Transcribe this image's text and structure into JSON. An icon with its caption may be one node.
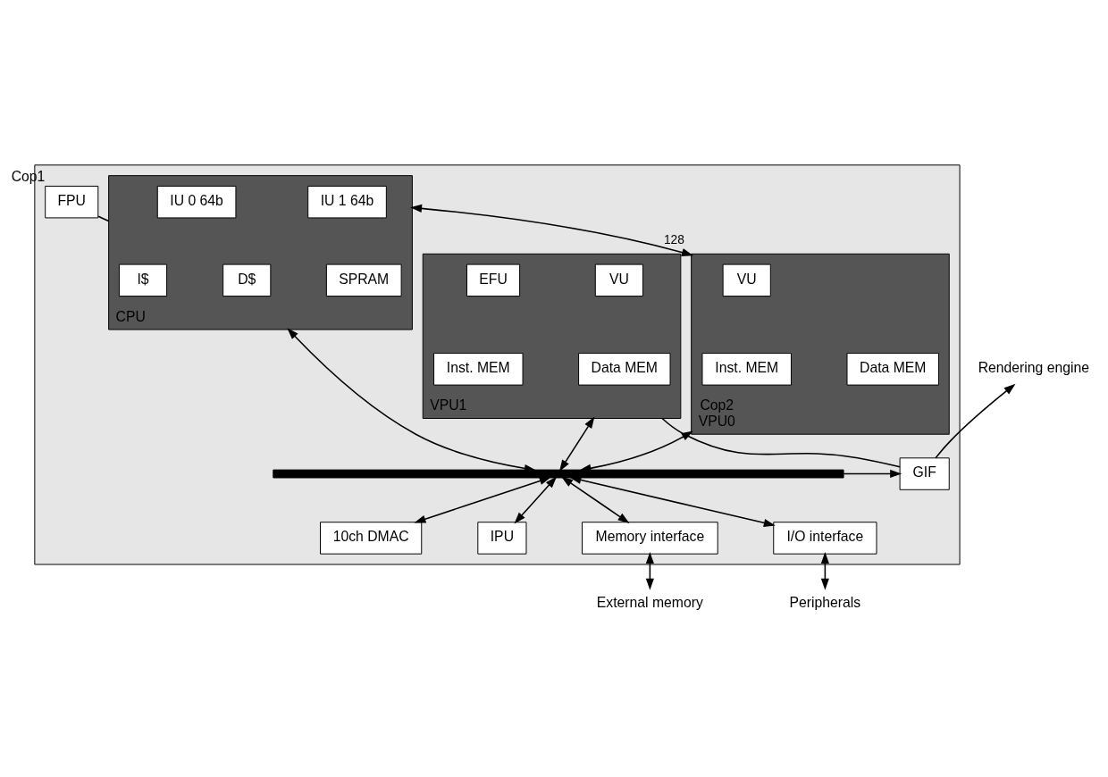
{
  "diagram": {
    "nodes": [
      {
        "text": [],
        "shape": "box"
      },
      {
        "text": [
          "FPU"
        ],
        "beside": [
          "Cop1"
        ],
        "in": 0
      },
      {
        "text": [
          "CPU"
        ],
        "in": 0
      },
      {
        "text": [
          "IU 0 64b"
        ],
        "in": 2
      },
      {
        "text": [
          "IU 1 64b"
        ],
        "in": 2
      },
      {
        "text": [
          "I$"
        ],
        "in": 2
      },
      {
        "text": [
          "D$"
        ],
        "in": 2
      },
      {
        "text": [
          "SPRAM"
        ],
        "in": 2
      },
      {
        "text": [
          "VPU0"
        ],
        "beside": [
          "Cop2"
        ],
        "in": 0
      },
      {
        "text": [
          "VU"
        ],
        "in": 8
      },
      {
        "text": [
          "Inst. MEM"
        ],
        "in": 8
      },
      {
        "text": [
          "Data MEM"
        ],
        "in": 8
      },
      {
        "text": [
          "VPU1"
        ],
        "in": 0
      },
      {
        "text": [
          "EFU"
        ],
        "in": 12
      },
      {
        "text": [
          "VU"
        ],
        "in": 12
      },
      {
        "text": [
          "Inst. MEM"
        ],
        "in": 12
      },
      {
        "text": [
          "Data MEM"
        ],
        "in": 12
      },
      {
        "text": [
          "GIF"
        ],
        "in": 0
      },
      {
        "text": [],
        "shape": "bar",
        "in": 0
      },
      {
        "text": [
          "10ch DMAC"
        ],
        "in": 0
      },
      {
        "text": [
          "IPU"
        ],
        "in": 0
      },
      {
        "text": [
          "Memory interface"
        ],
        "in": 0
      },
      {
        "text": [
          "I/O interface"
        ],
        "in": 0
      },
      {
        "text": [
          "Rendering engine"
        ]
      },
      {
        "text": [
          "External memory"
        ]
      },
      {
        "text": [
          "Peripherals"
        ]
      }
    ],
    "edges": [
      {
        "from": 1,
        "to": 2,
        "arrow": "none"
      },
      {
        "from": 2,
        "to": 8,
        "arrow": "both",
        "label": "128"
      },
      {
        "from": 2,
        "to": 18,
        "arrow": "both"
      },
      {
        "from": 8,
        "to": 18,
        "arrow": "both"
      },
      {
        "from": 12,
        "to": 18,
        "arrow": "both"
      },
      {
        "from": 18,
        "to": 17,
        "arrow": "to"
      },
      {
        "from": 12,
        "to": 17,
        "arrow": "none"
      },
      {
        "from": 17,
        "to": 23,
        "arrow": "to"
      },
      {
        "from": 18,
        "to": 19,
        "arrow": "both"
      },
      {
        "from": 18,
        "to": 20,
        "arrow": "both"
      },
      {
        "from": 18,
        "to": 21,
        "arrow": "both"
      },
      {
        "from": 18,
        "to": 22,
        "arrow": "both"
      },
      {
        "from": 21,
        "to": 24,
        "arrow": "both"
      },
      {
        "from": 22,
        "to": 25,
        "arrow": "both"
      }
    ]
  }
}
